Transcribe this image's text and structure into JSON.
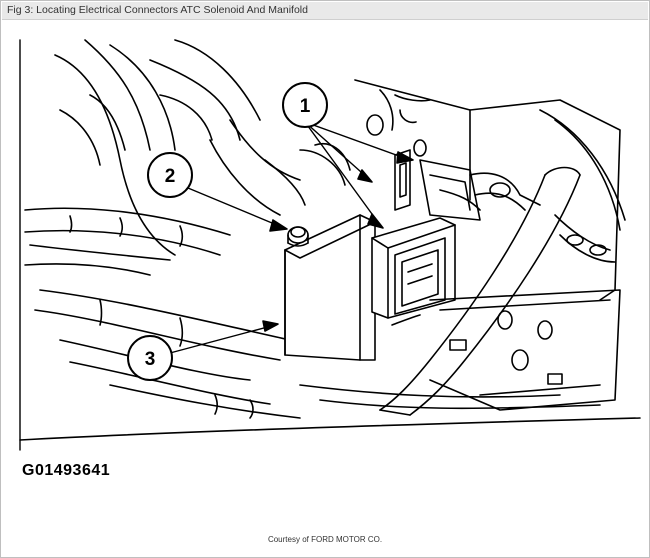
{
  "window": {
    "title": "Fig 3: Locating Electrical Connectors ATC Solenoid And Manifold"
  },
  "figure": {
    "id": "G01493641",
    "callouts": [
      {
        "label": "1"
      },
      {
        "label": "2"
      },
      {
        "label": "3"
      }
    ]
  },
  "credit": "Courtesy of FORD MOTOR CO.",
  "colors": {
    "line": "#000000",
    "background": "#ffffff",
    "titlebar": "#e9e9e9"
  }
}
